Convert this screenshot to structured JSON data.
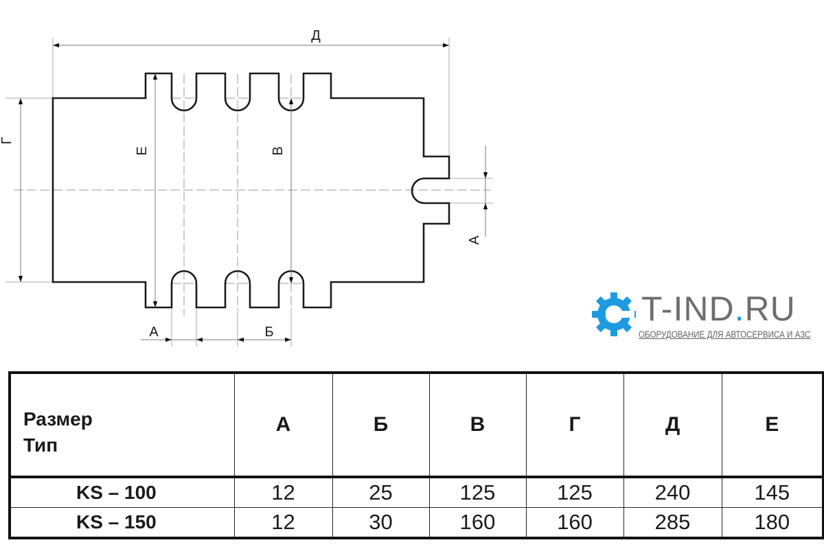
{
  "diagram": {
    "dimension_labels": {
      "A_bottom": "А",
      "B_bottom": "Б",
      "V": "В",
      "G": "Г",
      "D": "Д",
      "E": "Е",
      "A_right": "А"
    }
  },
  "table": {
    "header_row_label_line1": "Размер",
    "header_row_label_line2": "Тип",
    "columns": [
      "А",
      "Б",
      "В",
      "Г",
      "Д",
      "Е"
    ],
    "rows": [
      {
        "type": "KS – 100",
        "values": [
          "12",
          "25",
          "125",
          "125",
          "240",
          "145"
        ]
      },
      {
        "type": "KS – 150",
        "values": [
          "12",
          "30",
          "160",
          "160",
          "285",
          "180"
        ]
      }
    ]
  },
  "watermark": {
    "brand_prefix": "T",
    "brand_main": "-IND",
    "brand_dot": ".",
    "brand_suffix": "RU",
    "tagline": "ОБОРУДОВАНИЕ ДЛЯ АВТОСЕРВИСА И АЗС",
    "accent_color": "#1e9be0"
  }
}
